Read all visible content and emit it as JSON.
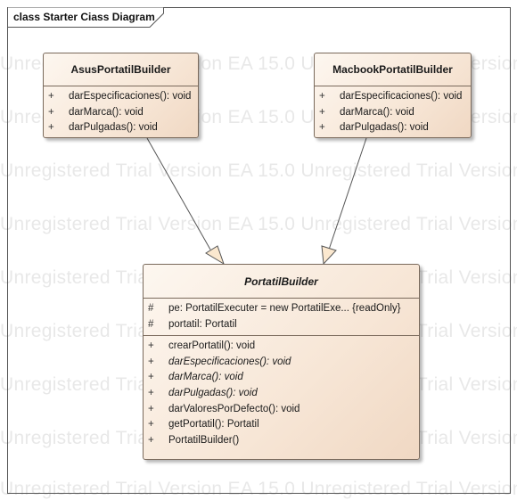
{
  "frame": {
    "label": "class Starter Ciass Diagram"
  },
  "watermark": {
    "text": "Unregistered Trial Version EA 15.0 Unregistered Trial Version EA 15.0 Unregistered Trial Version"
  },
  "classes": {
    "asus": {
      "name": "AsusPortatilBuilder",
      "operations": [
        {
          "vis": "+",
          "text": "darEspecificaciones(): void"
        },
        {
          "vis": "+",
          "text": "darMarca(): void"
        },
        {
          "vis": "+",
          "text": "darPulgadas(): void"
        }
      ]
    },
    "macbook": {
      "name": "MacbookPortatilBuilder",
      "operations": [
        {
          "vis": "+",
          "text": "darEspecificaciones(): void"
        },
        {
          "vis": "+",
          "text": "darMarca(): void"
        },
        {
          "vis": "+",
          "text": "darPulgadas(): void"
        }
      ]
    },
    "portatil": {
      "name": "PortatilBuilder",
      "abstract": true,
      "attributes": [
        {
          "vis": "#",
          "text": "pe: PortatilExecuter = new PortatilExe... {readOnly}"
        },
        {
          "vis": "#",
          "text": "portatil: Portatil"
        }
      ],
      "operations": [
        {
          "vis": "+",
          "text": "crearPortatil(): void",
          "italic": false
        },
        {
          "vis": "+",
          "text": "darEspecificaciones(): void",
          "italic": true
        },
        {
          "vis": "+",
          "text": "darMarca(): void",
          "italic": true
        },
        {
          "vis": "+",
          "text": "darPulgadas(): void",
          "italic": true
        },
        {
          "vis": "+",
          "text": "darValoresPorDefecto(): void",
          "italic": false
        },
        {
          "vis": "+",
          "text": "getPortatil(): Portatil",
          "italic": false
        },
        {
          "vis": "+",
          "text": "PortatilBuilder()",
          "italic": false
        }
      ]
    }
  },
  "relations": [
    {
      "type": "generalization",
      "from": "AsusPortatilBuilder",
      "to": "PortatilBuilder"
    },
    {
      "type": "generalization",
      "from": "MacbookPortatilBuilder",
      "to": "PortatilBuilder"
    }
  ],
  "colors": {
    "class_fill_light": "#fdf7f0",
    "class_fill_dark": "#f0d8c3",
    "class_border": "#7a6a5c",
    "line": "#555555"
  }
}
